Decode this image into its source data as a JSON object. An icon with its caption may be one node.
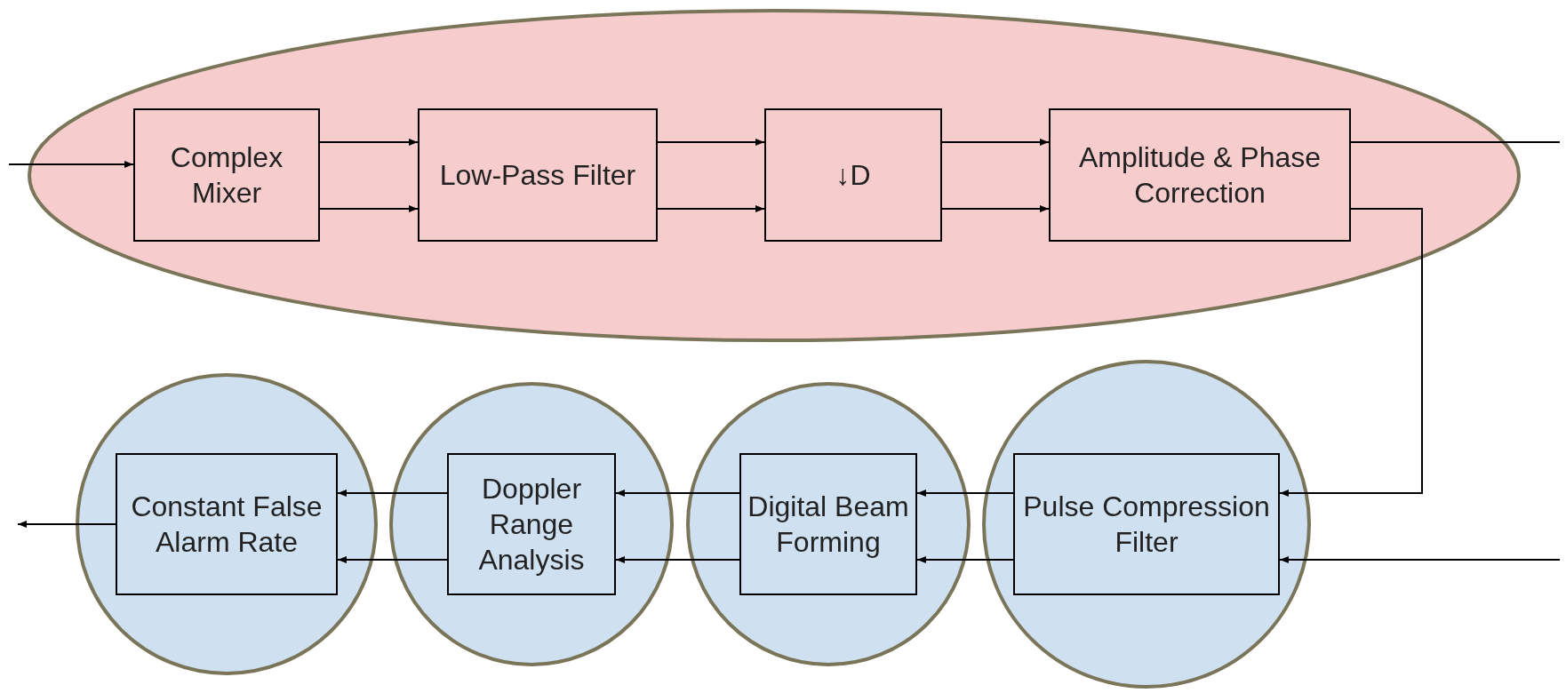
{
  "diagram": {
    "nodes": [
      {
        "text": [],
        "shape": "ellipse"
      },
      {
        "text": [
          "Complex Mixer"
        ],
        "in": 0
      },
      {
        "text": [
          "Low-Pass Filter"
        ],
        "in": 0
      },
      {
        "text": [
          "↓D"
        ],
        "in": 0
      },
      {
        "text": [
          "Amplitude & Phase Correction"
        ],
        "in": 0
      },
      {
        "text": [],
        "shape": "circle"
      },
      {
        "text": [
          "Constant False Alarm Rate"
        ],
        "in": 5
      },
      {
        "text": [],
        "shape": "circle"
      },
      {
        "text": [
          "Doppler Range Analysis"
        ],
        "in": 7
      },
      {
        "text": [],
        "shape": "circle"
      },
      {
        "text": [
          "Digital Beam Forming"
        ],
        "in": 9
      },
      {
        "text": [],
        "shape": "circle"
      },
      {
        "text": [
          "Pulse Compression Filter"
        ],
        "in": 11
      }
    ],
    "edges": [
      {
        "from": null,
        "to": 1,
        "arrow": "to"
      },
      {
        "from": 1,
        "to": 2,
        "arrow": "to"
      },
      {
        "from": 1,
        "to": 2,
        "arrow": "to"
      },
      {
        "from": 2,
        "to": 3,
        "arrow": "to"
      },
      {
        "from": 2,
        "to": 3,
        "arrow": "to"
      },
      {
        "from": 3,
        "to": 4,
        "arrow": "to"
      },
      {
        "from": 3,
        "to": 4,
        "arrow": "to"
      },
      {
        "from": 4,
        "to": null,
        "arrow": "none"
      },
      {
        "from": 4,
        "to": 12,
        "arrow": "to"
      },
      {
        "from": null,
        "to": 12,
        "arrow": "to"
      },
      {
        "from": 12,
        "to": 10,
        "arrow": "to"
      },
      {
        "from": 12,
        "to": 10,
        "arrow": "to"
      },
      {
        "from": 10,
        "to": 8,
        "arrow": "to"
      },
      {
        "from": 10,
        "to": 8,
        "arrow": "to"
      },
      {
        "from": 8,
        "to": 6,
        "arrow": "to"
      },
      {
        "from": 8,
        "to": 6,
        "arrow": "to"
      },
      {
        "from": 6,
        "to": null,
        "arrow": "to"
      }
    ]
  }
}
